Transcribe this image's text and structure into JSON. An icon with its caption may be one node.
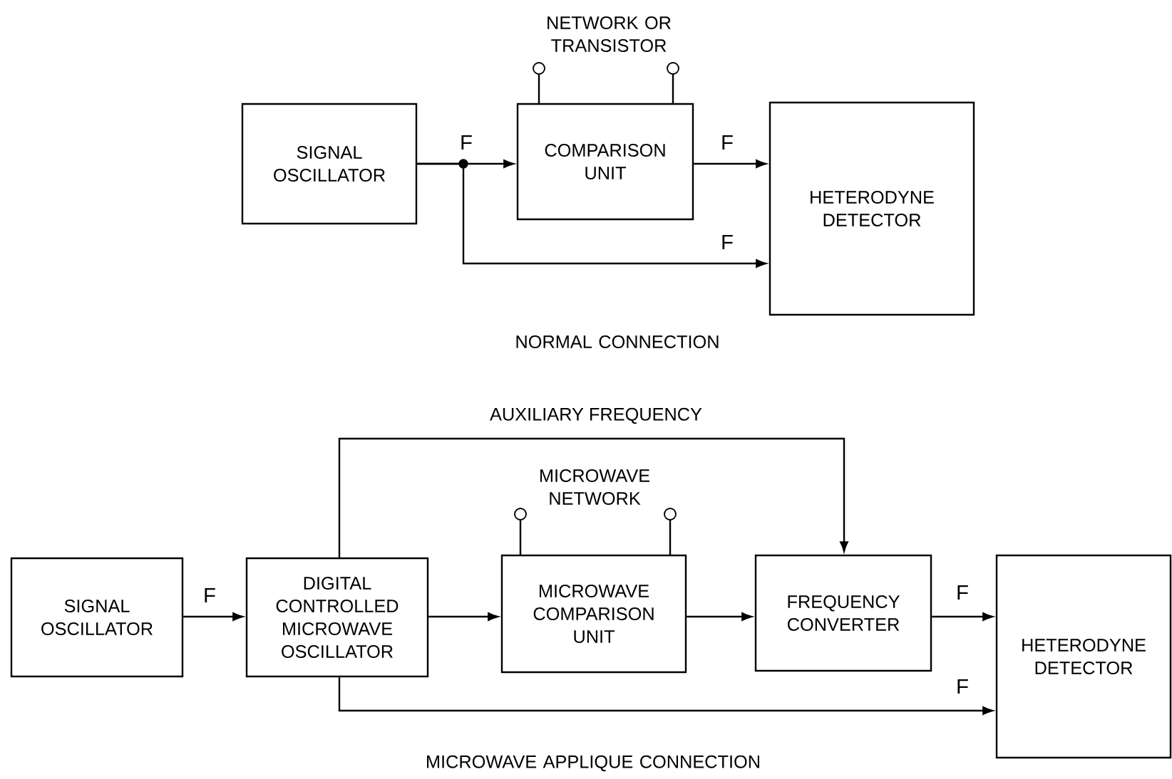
{
  "diagram": {
    "nodes": [
      {
        "text": [
          "SIGNAL OSCILLATOR"
        ]
      },
      {
        "text": [
          "COMPARISON UNIT"
        ]
      },
      {
        "text": [
          "HETERODYNE DETECTOR"
        ]
      },
      {
        "text": [
          "SIGNAL OSCILLATOR"
        ]
      },
      {
        "text": [
          "DIGITAL CONTROLLED MICROWAVE OSCILLATOR"
        ]
      },
      {
        "text": [
          "MICROWAVE COMPARISON UNIT"
        ]
      },
      {
        "text": [
          "FREQUENCY CONVERTER"
        ]
      },
      {
        "text": [
          "HETERODYNE DETECTOR"
        ]
      }
    ],
    "edges": [
      {
        "from": 0,
        "to": 1,
        "arrow": "to",
        "label": "F"
      },
      {
        "from": 0,
        "to": 2,
        "arrow": "to",
        "label": "F"
      },
      {
        "from": 1,
        "to": 2,
        "arrow": "to",
        "label": "F"
      },
      {
        "from": 3,
        "to": 4,
        "arrow": "to",
        "label": "F"
      },
      {
        "from": 4,
        "to": 5,
        "arrow": "to"
      },
      {
        "from": 5,
        "to": 6,
        "arrow": "to"
      },
      {
        "from": 4,
        "to": 6,
        "arrow": "to",
        "label": "AUXILIARY FREQUENCY"
      },
      {
        "from": 6,
        "to": 7,
        "arrow": "to",
        "label": "F"
      },
      {
        "from": 4,
        "to": 7,
        "arrow": "to",
        "label": "F"
      }
    ],
    "labels": [
      "NETWORK OR TRANSISTOR",
      "NORMAL CONNECTION",
      "MICROWAVE NETWORK",
      "MICROWAVE APPLIQUE CONNECTION"
    ]
  }
}
